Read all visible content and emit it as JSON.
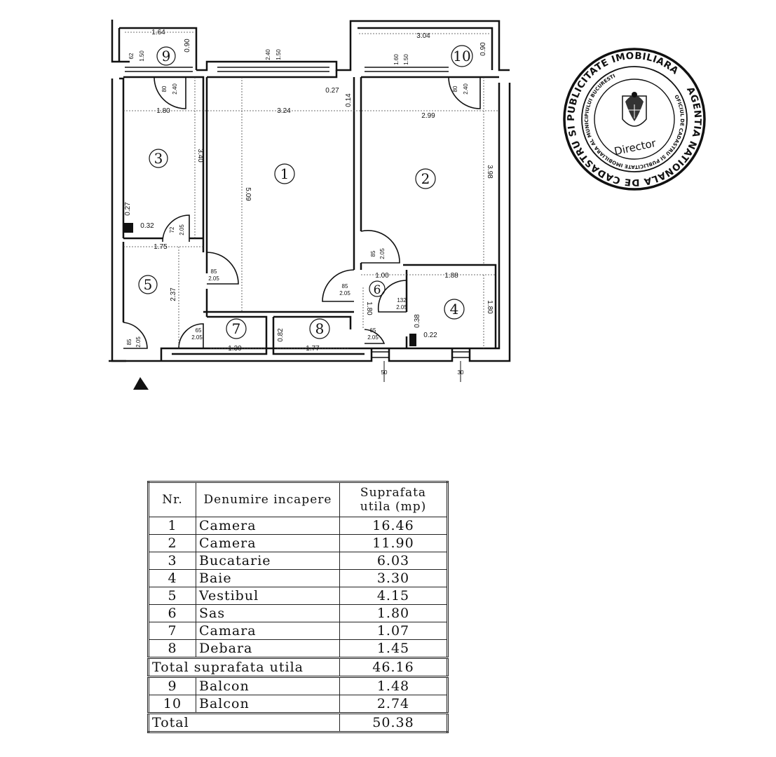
{
  "plan": {
    "room_numbers": [
      "1",
      "2",
      "3",
      "4",
      "5",
      "6",
      "7",
      "8",
      "9",
      "10"
    ],
    "dimensions": {
      "r9_top": "1.64",
      "r9_right": "0.90",
      "r9_door_left": "62",
      "r9_door_left2": "1.50",
      "r9_door": "80",
      "r9_door2": "2.40",
      "win1": "2.40",
      "win1b": "1.50",
      "r10_top": "3.04",
      "r10_right": "0.90",
      "r10_win": "1.60",
      "r10_win2": "1.50",
      "r10_door": "80",
      "r10_door2": "2.40",
      "d027": "0.27",
      "d014": "0.14",
      "w180": "1.80",
      "w324": "3.24",
      "w299": "2.99",
      "h340": "3.40",
      "h509": "5.09",
      "h398": "3.98",
      "r3_027": "0.27",
      "r3_032": "0.32",
      "r3_door": "72",
      "r3_door2": "2.05",
      "w175": "1.75",
      "h237": "2.37",
      "d85a": "85",
      "d85a2": "2.05",
      "d85b": "85",
      "d85b2": "2.05",
      "d85c": "85",
      "d85c2": "2.05",
      "w100": "1.00",
      "w188": "1.88",
      "h180a": "1.80",
      "h180b": "1.80",
      "d132": "132",
      "d132b": "2.05",
      "d038": "0.38",
      "d022": "0.22",
      "d65a": "65",
      "d65a2": "2.05",
      "w130": "1.30",
      "d082": "0.82",
      "w177": "1.77",
      "d65b": "65",
      "d65b2": "2.05",
      "d85e": "85",
      "d85e2": "2.05",
      "bot1": "50",
      "bot2": "30"
    }
  },
  "seal": {
    "outer_text": "AGENTIA NATIONALA DE CADASTRU SI PUBLICITATE IMOBILIARA",
    "inner_text": "OFICIUL DE CADASTRU SI PUBLICITATE IMOBILIARA AL MUNICIPIULUI BUCURESTI",
    "center_text": "Director"
  },
  "table": {
    "headers": {
      "nr": "Nr.",
      "name": "Denumire incapere",
      "area": "Suprafata utila (mp)"
    },
    "rows": [
      {
        "nr": "1",
        "name": "Camera",
        "area": "16.46"
      },
      {
        "nr": "2",
        "name": "Camera",
        "area": "11.90"
      },
      {
        "nr": "3",
        "name": "Bucatarie",
        "area": "6.03"
      },
      {
        "nr": "4",
        "name": "Baie",
        "area": "3.30"
      },
      {
        "nr": "5",
        "name": "Vestibul",
        "area": "4.15"
      },
      {
        "nr": "6",
        "name": "Sas",
        "area": "1.80"
      },
      {
        "nr": "7",
        "name": "Camara",
        "area": "1.07"
      },
      {
        "nr": "8",
        "name": "Debara",
        "area": "1.45"
      }
    ],
    "subtotal": {
      "label": "Total suprafata utila",
      "area": "46.16"
    },
    "balcony_rows": [
      {
        "nr": "9",
        "name": "Balcon",
        "area": "1.48"
      },
      {
        "nr": "10",
        "name": "Balcon",
        "area": "2.74"
      }
    ],
    "total": {
      "label": "Total",
      "area": "50.38"
    }
  }
}
